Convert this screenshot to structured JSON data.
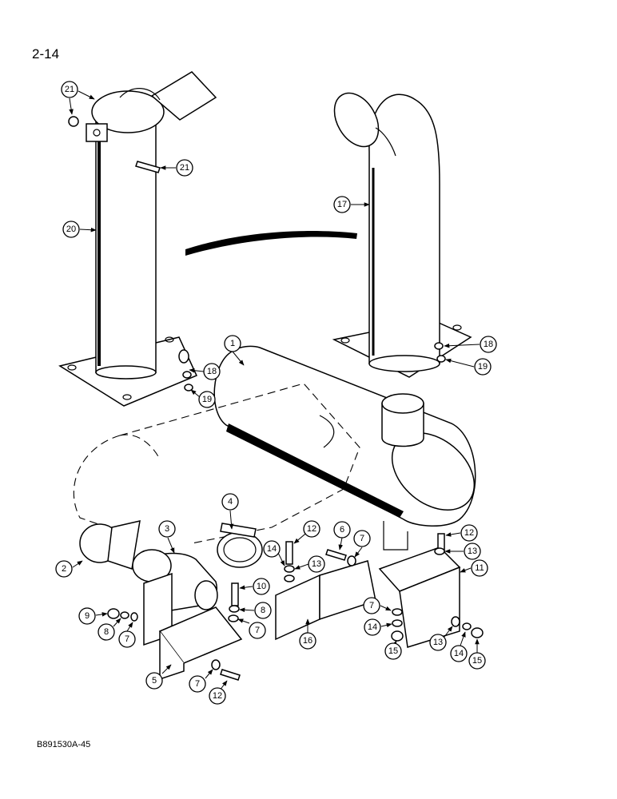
{
  "page": {
    "number": "2-14",
    "drawing_code": "B891530A-45"
  },
  "callouts": [
    "1",
    "2",
    "3",
    "4",
    "5",
    "6",
    "7",
    "8",
    "9",
    "10",
    "11",
    "12",
    "13",
    "14",
    "15",
    "16",
    "17",
    "18",
    "19",
    "20",
    "21"
  ]
}
